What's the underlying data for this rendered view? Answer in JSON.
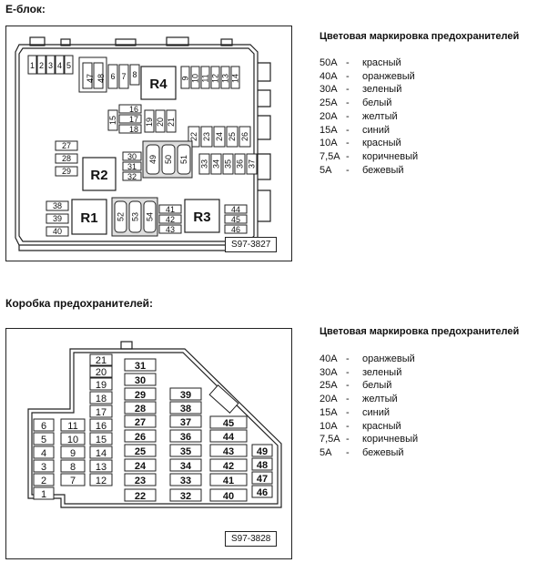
{
  "sections": {
    "e_block": {
      "title": "E-блок:",
      "legend_title": "Цветовая маркировка предохранителей",
      "legend": [
        {
          "amp": "50A",
          "color": "красный"
        },
        {
          "amp": "40A",
          "color": "оранжевый"
        },
        {
          "amp": "30A",
          "color": "зеленый"
        },
        {
          "amp": "25A",
          "color": "белый"
        },
        {
          "amp": "20A",
          "color": "желтый"
        },
        {
          "amp": "15A",
          "color": "синий"
        },
        {
          "amp": "10A",
          "color": "красный"
        },
        {
          "amp": "7,5A",
          "color": "коричневый"
        },
        {
          "amp": "5A",
          "color": "бежевый"
        }
      ],
      "code": "S97-3827"
    },
    "fuse_box": {
      "title": "Коробка предохранителей:",
      "legend_title": "Цветовая маркировка предохранителей",
      "legend": [
        {
          "amp": "40A",
          "color": "оранжевый"
        },
        {
          "amp": "30A",
          "color": "зеленый"
        },
        {
          "amp": "25A",
          "color": "белый"
        },
        {
          "amp": "20A",
          "color": "желтый"
        },
        {
          "amp": "15A",
          "color": "синий"
        },
        {
          "amp": "10A",
          "color": "красный"
        },
        {
          "amp": "7,5A",
          "color": "коричневый"
        },
        {
          "amp": "5A",
          "color": "бежевый"
        }
      ],
      "code": "S97-3828"
    }
  },
  "dash": "-",
  "e_fuses": {
    "top_row": [
      "1",
      "2",
      "3",
      "4",
      "5"
    ],
    "f47": "47",
    "f48": "48",
    "f6": "6",
    "f7": "7",
    "f8": "8",
    "r4": "R4",
    "right_top": [
      "9",
      "10",
      "11",
      "12",
      "13",
      "14"
    ],
    "f15": "15",
    "mid_h": [
      "16",
      "17",
      "18"
    ],
    "mid_v": [
      "19",
      "20",
      "21"
    ],
    "right_mid": [
      "22",
      "23",
      "24",
      "25",
      "26"
    ],
    "left_stack": [
      "27",
      "28",
      "29"
    ],
    "r2": "R2",
    "r2_right": [
      "30",
      "31",
      "32"
    ],
    "center_v": [
      "49",
      "50",
      "51"
    ],
    "right_lower": [
      "33",
      "34",
      "35",
      "36",
      "37"
    ],
    "bottom_left": [
      "38",
      "39",
      "40"
    ],
    "r1": "R1",
    "bottom_v": [
      "52",
      "53",
      "54"
    ],
    "bottom_mid": [
      "41",
      "42",
      "43"
    ],
    "r3": "R3",
    "bottom_right": [
      "44",
      "45",
      "46"
    ]
  },
  "box_fuses": {
    "col1": [
      "1",
      "2",
      "3",
      "4",
      "5",
      "6"
    ],
    "col2": [
      "7",
      "8",
      "9",
      "10",
      "11"
    ],
    "col3": [
      "12",
      "13",
      "14",
      "15",
      "16",
      "17",
      "18",
      "19",
      "20",
      "21"
    ],
    "col4": [
      "22",
      "23",
      "24",
      "25",
      "26",
      "27",
      "28",
      "29",
      "30",
      "31"
    ],
    "col5": [
      "32",
      "33",
      "34",
      "35",
      "36",
      "37",
      "38",
      "39"
    ],
    "col6": [
      "40",
      "41",
      "42",
      "43",
      "44",
      "45"
    ],
    "col7": [
      "46",
      "47",
      "48",
      "49"
    ]
  }
}
